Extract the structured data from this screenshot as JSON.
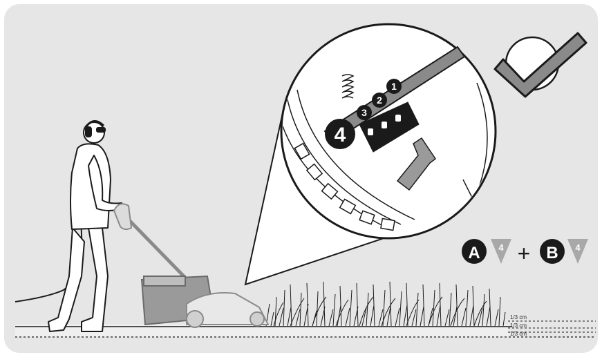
{
  "colors": {
    "panel": "#e6e6e6",
    "ink": "#1a1a1a",
    "mower_gray": "#8a8a8a",
    "triangle_gray": "#a8a8a8",
    "white": "#ffffff"
  },
  "icons": {
    "approval": "checkmark-icon",
    "direction": "arrow-icon"
  },
  "zoom_view": {
    "height_positions": [
      "1",
      "2",
      "3"
    ],
    "selected_position": "4"
  },
  "legend": {
    "item_a": {
      "badge": "A",
      "setting": "4"
    },
    "operator": "+",
    "item_b": {
      "badge": "B",
      "setting": "4"
    }
  },
  "cut_height_labels": [
    "1/3 cm",
    "1/3 cm",
    "1/3 cm"
  ]
}
